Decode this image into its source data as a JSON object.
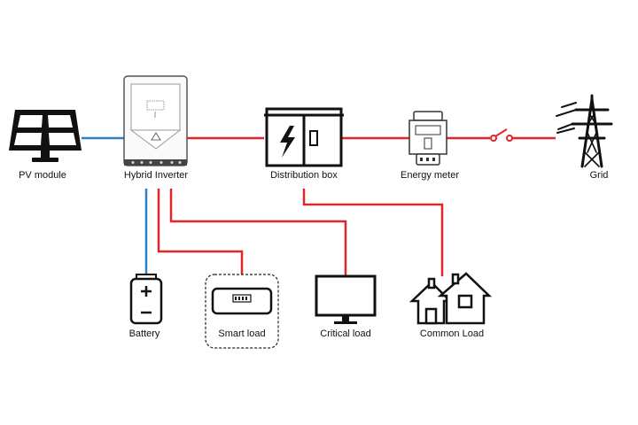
{
  "labels": {
    "pv_module": "PV module",
    "hybrid_inverter": "Hybrid Inverter",
    "distribution_box": "Distribution box",
    "energy_meter": "Energy meter",
    "grid": "Grid",
    "battery": "Battery",
    "smart_load": "Smart load",
    "critical_load": "Critical load",
    "common_load": "Common Load"
  },
  "colors": {
    "dc_line": "#2f7fc3",
    "ac_line": "#e0262b",
    "outline": "#111111",
    "background": "#ffffff"
  },
  "icons": {
    "pv_module": "solar-panel-icon",
    "hybrid_inverter": "inverter-icon",
    "distribution_box": "distribution-box-icon",
    "energy_meter": "energy-meter-icon",
    "switch": "switch-icon",
    "grid": "transmission-tower-icon",
    "battery": "battery-icon",
    "smart_load": "smart-load-icon",
    "critical_load": "monitor-icon",
    "common_load": "house-icon"
  }
}
